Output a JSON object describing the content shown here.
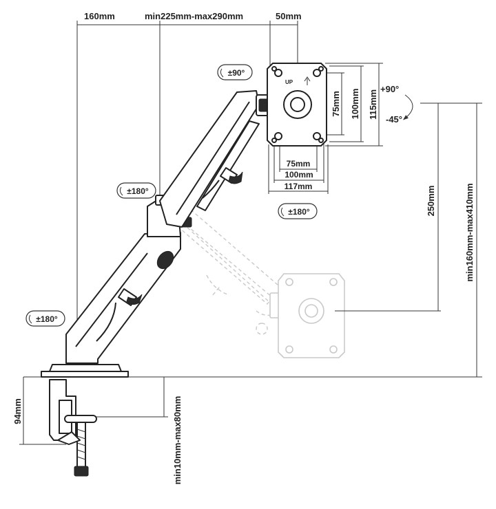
{
  "dimensions": {
    "base_to_post": "160mm",
    "arm_reach": "min225mm-max290mm",
    "head_offset": "50mm",
    "vesa_h_75": "75mm",
    "vesa_h_100": "100mm",
    "plate_width": "117mm",
    "vesa_v_75": "75mm",
    "vesa_v_100": "100mm",
    "plate_height": "115mm",
    "vertical_travel": "250mm",
    "total_height": "min160mm-max410mm",
    "clamp_depth": "94mm",
    "desk_thickness": "min10mm-max80mm"
  },
  "rotations": {
    "head_swivel": "±90°",
    "tilt_up": "+90°",
    "tilt_down": "-45°",
    "head_rotate": "±180°",
    "upper_arm": "±180°",
    "lower_arm": "±180°"
  },
  "plate_marking": "UP",
  "icons": {
    "rotate_arrow": "curved-arrow-icon",
    "up_arrow": "up-arrow-icon",
    "knob": "tension-knob-icon"
  },
  "colors": {
    "line": "#222222",
    "ghost": "#c9c9c9",
    "background": "#ffffff"
  }
}
